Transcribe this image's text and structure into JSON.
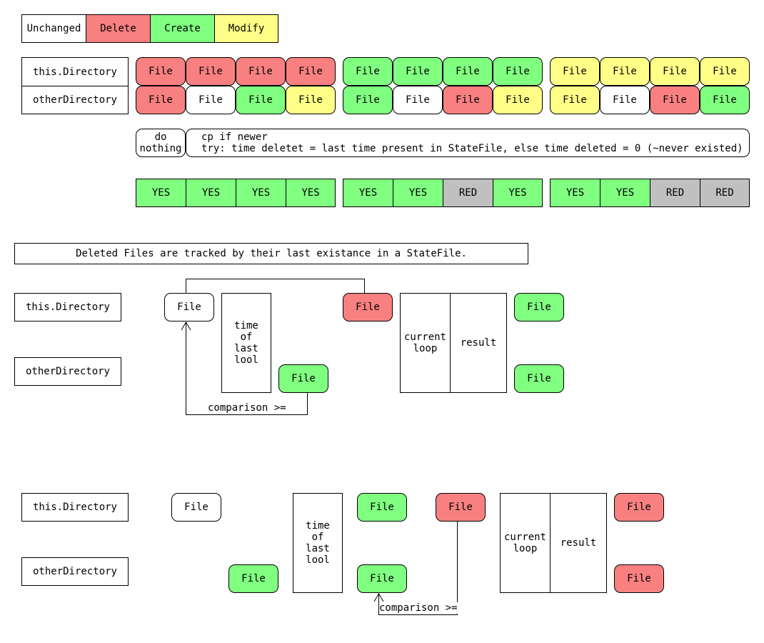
{
  "colors": {
    "unchanged": "#ffffff",
    "delete": "#f88080",
    "create": "#80ff80",
    "modify": "#ffff88",
    "red_result": "#c0c0c0"
  },
  "legend": {
    "unchanged": "Unchanged",
    "delete": "Delete",
    "create": "Create",
    "modify": "Modify"
  },
  "rows": {
    "this_dir": "this.Directory",
    "other_dir": "otherDirectory"
  },
  "file_label": "File",
  "actions": {
    "do_nothing": "do\nnothing",
    "cp_text": "cp if newer\ntry: time deletet = last time present in StateFile, else time deleted = 0 (~never existed)"
  },
  "results": [
    "YES",
    "YES",
    "YES",
    "YES",
    "YES",
    "YES",
    "RED",
    "YES",
    "YES",
    "YES",
    "RED",
    "RED"
  ],
  "note": "Deleted Files are tracked by their last existance in a StateFile.",
  "diagram": {
    "time_of_last": "time\nof\nlast\nlool",
    "current_loop": "current\nloop",
    "result": "result",
    "comparison": "comparison >="
  }
}
